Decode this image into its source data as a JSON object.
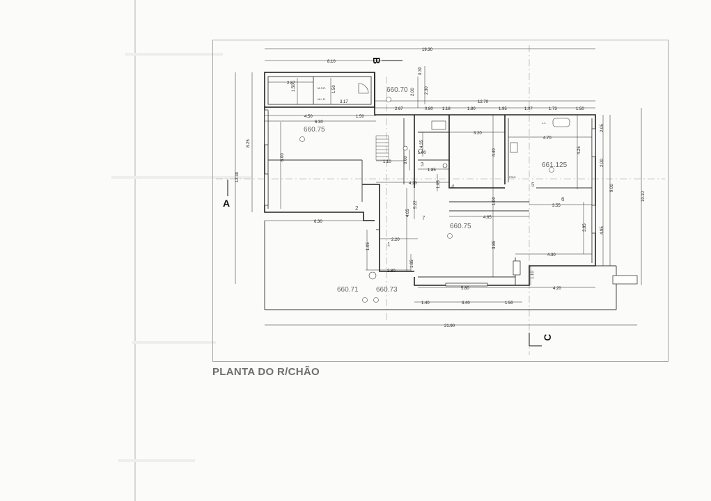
{
  "title": "PLANTA DO R/CHÃO",
  "section_marks": {
    "a": "A",
    "b": "B",
    "c": "C"
  },
  "elevations": {
    "e1": "660.70",
    "e2": "660.75",
    "e3": "661.125",
    "e4": "660.75",
    "e5": "660.71",
    "e6": "660.73"
  },
  "room_numbers": {
    "r1": "1",
    "r2": "2",
    "r3": "3",
    "r4": "4",
    "r5": "5",
    "r6": "6",
    "r7": "7"
  },
  "fixtures": {
    "frig": "FRIG",
    "ll": "L.L.",
    "msr": "M.S.R.",
    "mlr": "M.L.R."
  },
  "dims_h": {
    "d1": "19.30",
    "d2": "8.10",
    "d3": "2.87",
    "d4": "12.70",
    "d5": "2.67",
    "d6": "0.80",
    "d7": "1.18",
    "d8": "1.80",
    "d9": "1.95",
    "d10": "1.07",
    "d11": "1.73",
    "d12": "1.50",
    "d13": "4.50",
    "d14": "1.50",
    "d15": "6.30",
    "d16": "3.20",
    "d17": "4.70",
    "d18": "1.10",
    "d19": "1.85",
    "d20": "4.20",
    "d21": "3.55",
    "d22": "4.65",
    "d23": "6.30",
    "d24": "2.20",
    "d25": "4.30",
    "d26": "2.80",
    "d27": "5.80",
    "d28": "4.20",
    "d29": "1.40",
    "d30": "3.40",
    "d31": "1.50",
    "d32": "21.90",
    "d33": "3.17",
    "d34": "1.00"
  },
  "dims_v": {
    "v1": "0.30",
    "v2": "2.30",
    "v3": "2.00",
    "v4": "1.50",
    "v5": "1.50",
    "v6": "8.25",
    "v7": "12.30",
    "v8": "6.00",
    "v9": "0.60",
    "v10": "4.35",
    "v11": "1.05",
    "v12": "4.40",
    "v13": "4.25",
    "v14": "2.05",
    "v15": "2.00",
    "v16": "9.00",
    "v17": "10.10",
    "v18": "4.95",
    "v19": "3.85",
    "v20": "1.00",
    "v21": "5.22",
    "v22": "4.05",
    "v23": "1.05",
    "v24": "1.65",
    "v25": "3.85",
    "v26": "1.10"
  }
}
